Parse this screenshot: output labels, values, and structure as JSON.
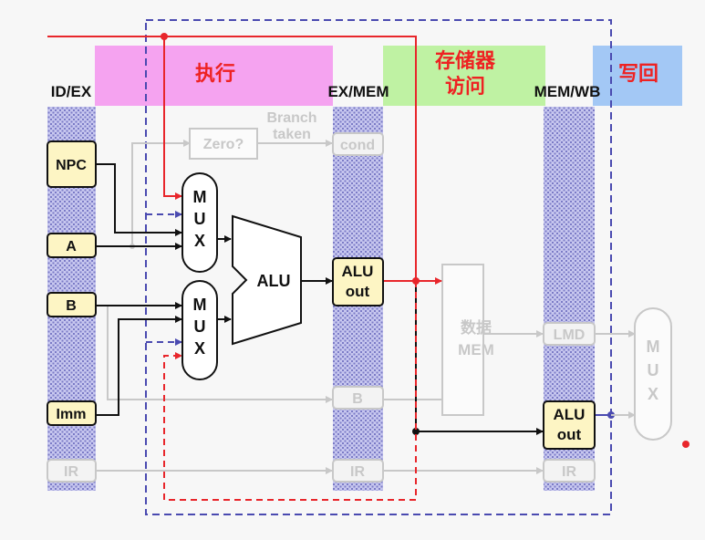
{
  "stages": {
    "ex": "执行",
    "mem": "存储器\n访问",
    "wb": "写回"
  },
  "registers": {
    "id_ex": "ID/EX",
    "ex_mem": "EX/MEM",
    "mem_wb": "MEM/WB"
  },
  "fields": {
    "npc": "NPC",
    "a": "A",
    "b": "B",
    "imm": "Imm",
    "ir": "IR",
    "cond": "cond",
    "alu_out": "ALU\nout",
    "b_out": "B",
    "lmd": "LMD"
  },
  "units": {
    "zero": "Zero?",
    "branch_taken": "Branch\ntaken",
    "alu": "ALU",
    "mux": "M\nU\nX",
    "data_mem": "数据\nMEM"
  },
  "colors": {
    "forward_red": "#e8262b",
    "forward_blue": "#4a4ab0",
    "stage_ex": "#f5a3f0",
    "stage_mem": "#bff2a3",
    "stage_wb": "#a3c8f5",
    "stage_text": "#ee2222",
    "field_fill": "#fdf5c4",
    "dim": "#c8c8c8"
  }
}
